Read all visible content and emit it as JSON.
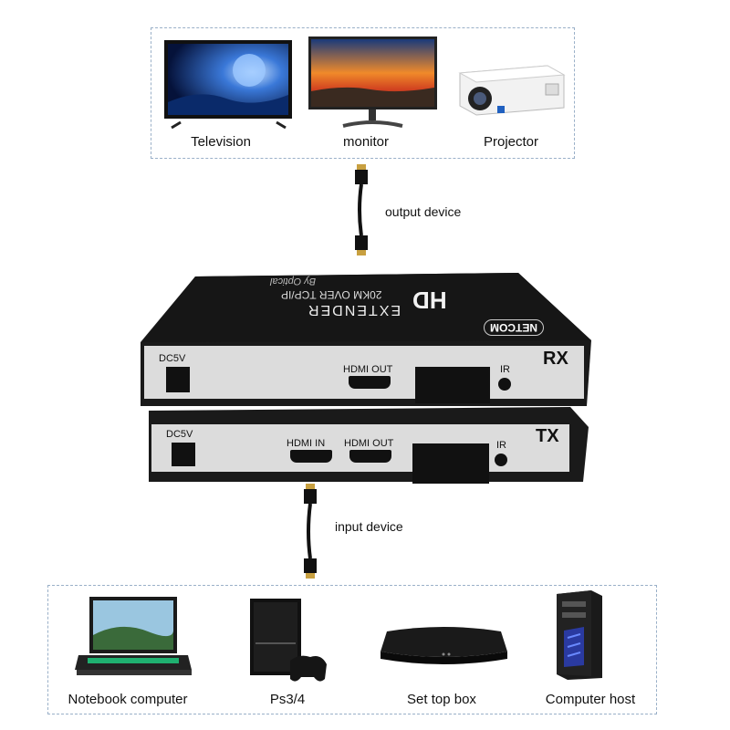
{
  "output_devices": {
    "items": [
      {
        "label": "Television",
        "icon": "television-icon"
      },
      {
        "label": "monitor",
        "icon": "monitor-icon"
      },
      {
        "label": "Projector",
        "icon": "projector-icon"
      }
    ]
  },
  "input_devices": {
    "items": [
      {
        "label": "Notebook computer",
        "icon": "laptop-icon"
      },
      {
        "label": "Ps3/4",
        "icon": "game-console-icon"
      },
      {
        "label": "Set top box",
        "icon": "set-top-box-icon"
      },
      {
        "label": "Computer host",
        "icon": "computer-tower-icon"
      }
    ]
  },
  "cables": {
    "output_label": "output device",
    "input_label": "input device"
  },
  "extender": {
    "top_title": "HD",
    "top_subtitle": "EXTENDER",
    "top_line": "20KM OVER TCP/IP",
    "top_note": "By Optical",
    "brand": "NETCOM",
    "rx": {
      "name": "RX",
      "power": "DC5V",
      "hdmi_out": "HDMI OUT",
      "ir": "IR"
    },
    "tx": {
      "name": "TX",
      "power": "DC5V",
      "hdmi_in": "HDMI IN",
      "hdmi_out": "HDMI OUT",
      "ir": "IR"
    }
  },
  "colors": {
    "dashed_border": "#9ab0c8",
    "device_body": "#1a1a1a",
    "panel": "#dcdcdc"
  }
}
